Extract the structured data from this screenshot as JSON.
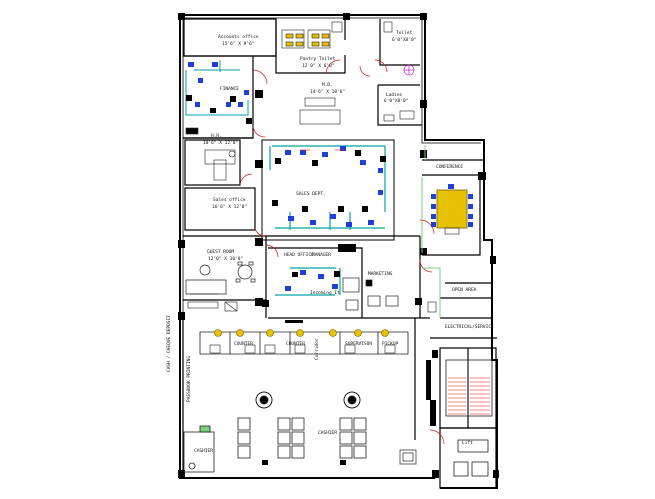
{
  "drawing": {
    "colors": {
      "wall": "#000000",
      "line": "#222222",
      "furniture_cyan": "#00a3a3",
      "furniture_blue": "#1f3fd6",
      "accent_red": "#e01010",
      "accent_yellow": "#e6c200",
      "accent_green": "#2aa02a",
      "accent_magenta": "#b000b0",
      "partition_green": "#7ecf7e"
    },
    "rooms": {
      "accounts": [
        "Accounts office",
        "15'6\" X 9'6\""
      ],
      "pantry": [
        "Pantry Toilet",
        "12'0\" X 6'0\""
      ],
      "toilet": [
        "Toilet",
        "6'0\"X8'0\""
      ],
      "ladies": [
        "Ladies",
        "6'0\"X8'0\""
      ],
      "finance": "FINANCE",
      "md": [
        "M.D.",
        "14'6\" X 10'6\""
      ],
      "hr": [
        "H.R.",
        "10'6\" X 12'0\""
      ],
      "sales_office": [
        "Sales office",
        "16'6\" X 12'0\""
      ],
      "sales_dept": "SALES DEPT.",
      "conference": "CONFERENCE",
      "guest": [
        "GUEST ROOM",
        "12'0\" X 10'0\""
      ],
      "head": "HEAD OFFICE",
      "manager": "MANAGER",
      "marketing": "MARKETING",
      "it": "Incoming It",
      "corridor": "Corridor",
      "counter_1": "COUNTER",
      "counter_2": "COUNTER",
      "supervisor": "SUPERVISOR",
      "pickup": "PICKUP",
      "cashier": "CASHIER",
      "cashier_2": "CASHIER",
      "open_area": "OPEN AREA",
      "lift": "Lift",
      "electrical": "ELECTRICAL/SERVICE",
      "side_1": "CASH / CHEQUE DEPOSIT",
      "side_2": "PASSBOOK PRINTING"
    }
  }
}
